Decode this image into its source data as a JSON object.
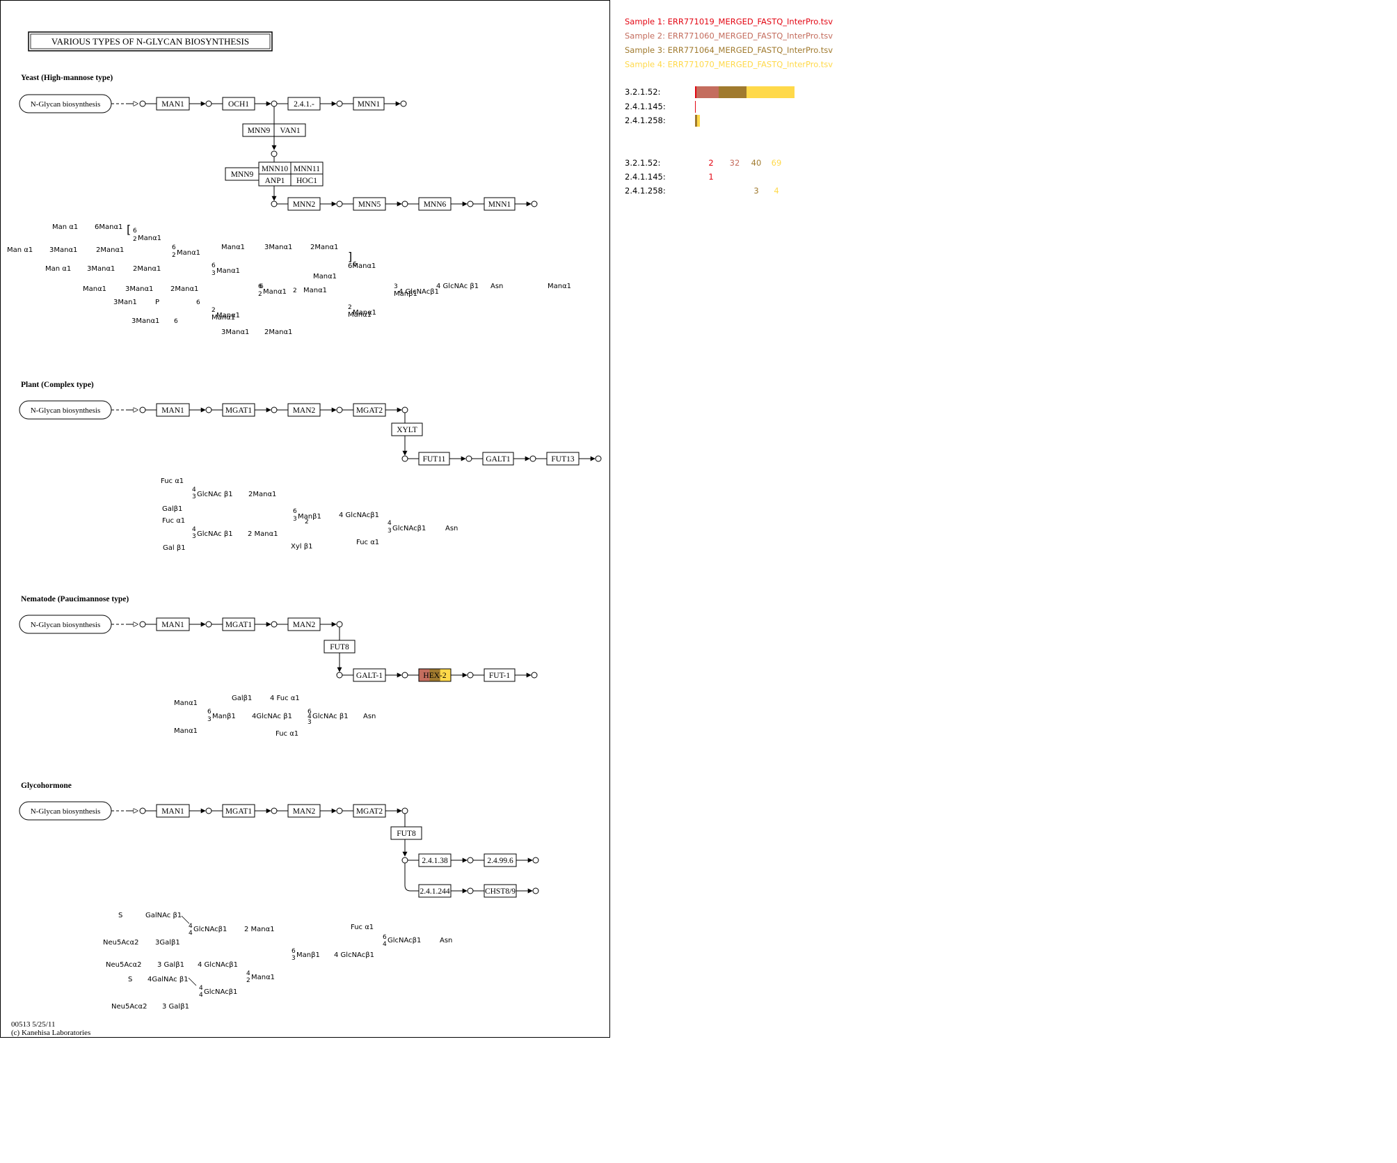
{
  "map": {
    "title": "VARIOUS  TYPES  OF  N-GLYCAN  BIOSYNTHESIS",
    "footer_id": "00513 5/25/11",
    "footer_copyright": "(c) Kanehisa Laboratories",
    "start_label": "N-Glycan biosynthesis"
  },
  "sections": {
    "yeast": {
      "title": "Yeast (High-mannose type)",
      "main": [
        "MAN1",
        "OCH1",
        "2.4.1.-",
        "MNN1"
      ],
      "branch_top": [
        "MNN9",
        "VAN1"
      ],
      "branch_grid": [
        "MNN10",
        "MNN11",
        "ANP1",
        "HOC1"
      ],
      "branch_side": "MNN9",
      "lower": [
        "MNN2",
        "MNN5",
        "MNN6",
        "MNN1"
      ]
    },
    "plant": {
      "title": "Plant (Complex type)",
      "main": [
        "MAN1",
        "MGAT1",
        "MAN2",
        "MGAT2"
      ],
      "branch": "XYLT",
      "lower": [
        "FUT11",
        "GALT1",
        "FUT13"
      ]
    },
    "nematode": {
      "title": "Nematode (Paucimannose type)",
      "main": [
        "MAN1",
        "MGAT1",
        "MAN2"
      ],
      "branch": "FUT8",
      "lower": [
        "GALT-1",
        "HEX-2",
        "FUT-1"
      ]
    },
    "glycohormone": {
      "title": "Glycohormone",
      "main": [
        "MAN1",
        "MGAT1",
        "MAN2",
        "MGAT2"
      ],
      "branch": "FUT8",
      "lower_a": [
        "2.4.1.38",
        "2.4.99.6"
      ],
      "lower_b": [
        "2.4.1.244",
        "CHST8/9"
      ]
    }
  },
  "glycans": {
    "yeast": [
      "Man α1",
      "6Manα1",
      "[",
      "6",
      "2",
      "Manα1",
      "Man α1",
      "3Manα1",
      "2Manα1",
      "6",
      "2",
      "Manα1",
      "Man α1",
      "3Manα1",
      "2Manα1",
      "6",
      "3",
      "Manα1",
      "Manα1",
      "3Manα1",
      "2Manα1",
      "6",
      "2",
      "Manα1",
      "Manα1",
      "Manα1",
      "3Manα1",
      "2Manα1",
      "6",
      "2",
      "Manα1",
      "]",
      "6Manα1",
      "6",
      "3",
      "Manβ1",
      "4 GlcNAcβ1",
      "4 GlcNAc β1",
      "Asn",
      "Manα1",
      "3Man1",
      "P",
      "6",
      "2",
      "Manα1",
      "Manα1",
      "3Manα1",
      "6",
      "2",
      "Manα1",
      "Manα1",
      "3Manα1",
      "2Manα1"
    ],
    "plant": [
      "Fuc α1",
      "4",
      "3",
      "GlcNAc β1",
      "2Manα1",
      "Galβ1",
      "Fuc α1",
      "6",
      "3",
      "Manβ1",
      "2",
      "4 GlcNAcβ1",
      "4",
      "3",
      "GlcNAcβ1",
      "Asn",
      "4",
      "3",
      "GlcNAc β1",
      "2 Manα1",
      "Fuc α1",
      "Gal β1",
      "Xyl β1"
    ],
    "nematode": [
      "Manα1",
      "Galβ1",
      "4 Fuc α1",
      "6",
      "3",
      "Manβ1",
      "4GlcNAc β1",
      "6",
      "4",
      "3",
      "GlcNAc β1",
      "Asn",
      "Manα1",
      "Fuc α1"
    ],
    "glycohormone": [
      "S",
      "GalNAc β1",
      "4",
      "4",
      "GlcNAcβ1",
      "2 Manα1",
      "Fuc α1",
      "Neu5Acα2",
      "3Galβ1",
      "6",
      "4",
      "GlcNAcβ1",
      "Asn",
      "6",
      "3",
      "Manβ1",
      "4 GlcNAcβ1",
      "Neu5Acα2",
      "3 Galβ1",
      "4 GlcNAcβ1",
      "S",
      "4GalNAc β1",
      "4",
      "2",
      "Manα1",
      "4",
      "4",
      "GlcNAcβ1",
      "Neu5Acα2",
      "3 Galβ1"
    ]
  },
  "legend": {
    "samples": [
      {
        "label": "Sample 1: ERR771019_MERGED_FASTQ_InterPro.tsv",
        "color": "#e30613"
      },
      {
        "label": "Sample 2: ERR771060_MERGED_FASTQ_InterPro.tsv",
        "color": "#c46d5e"
      },
      {
        "label": "Sample 3: ERR771064_MERGED_FASTQ_InterPro.tsv",
        "color": "#a07a2e"
      },
      {
        "label": "Sample 4: ERR771070_MERGED_FASTQ_InterPro.tsv",
        "color": "#ffd94a"
      }
    ],
    "ec_rows": [
      "3.2.1.52:",
      "2.4.1.145:",
      "2.4.1.258:"
    ],
    "counts": [
      {
        "ec": "3.2.1.52:",
        "values": [
          "2",
          "32",
          "40",
          "69"
        ]
      },
      {
        "ec": "2.4.1.145:",
        "values": [
          "1",
          "",
          "",
          ""
        ]
      },
      {
        "ec": "2.4.1.258:",
        "values": [
          "",
          "",
          "3",
          "4"
        ]
      }
    ]
  },
  "chart_data": {
    "type": "bar",
    "stacked": true,
    "orientation": "horizontal",
    "categories": [
      "3.2.1.52",
      "2.4.1.145",
      "2.4.1.258"
    ],
    "series": [
      {
        "name": "Sample 1: ERR771019_MERGED_FASTQ_InterPro.tsv",
        "color": "#e30613",
        "values": [
          2,
          1,
          0
        ]
      },
      {
        "name": "Sample 2: ERR771060_MERGED_FASTQ_InterPro.tsv",
        "color": "#c46d5e",
        "values": [
          32,
          0,
          0
        ]
      },
      {
        "name": "Sample 3: ERR771064_MERGED_FASTQ_InterPro.tsv",
        "color": "#a07a2e",
        "values": [
          40,
          0,
          3
        ]
      },
      {
        "name": "Sample 4: ERR771070_MERGED_FASTQ_InterPro.tsv",
        "color": "#ffd94a",
        "values": [
          69,
          0,
          4
        ]
      }
    ]
  },
  "highlight": {
    "gene": "HEX-2",
    "colors": [
      "#c46d5e",
      "#a07a2e",
      "#ffd94a"
    ]
  }
}
